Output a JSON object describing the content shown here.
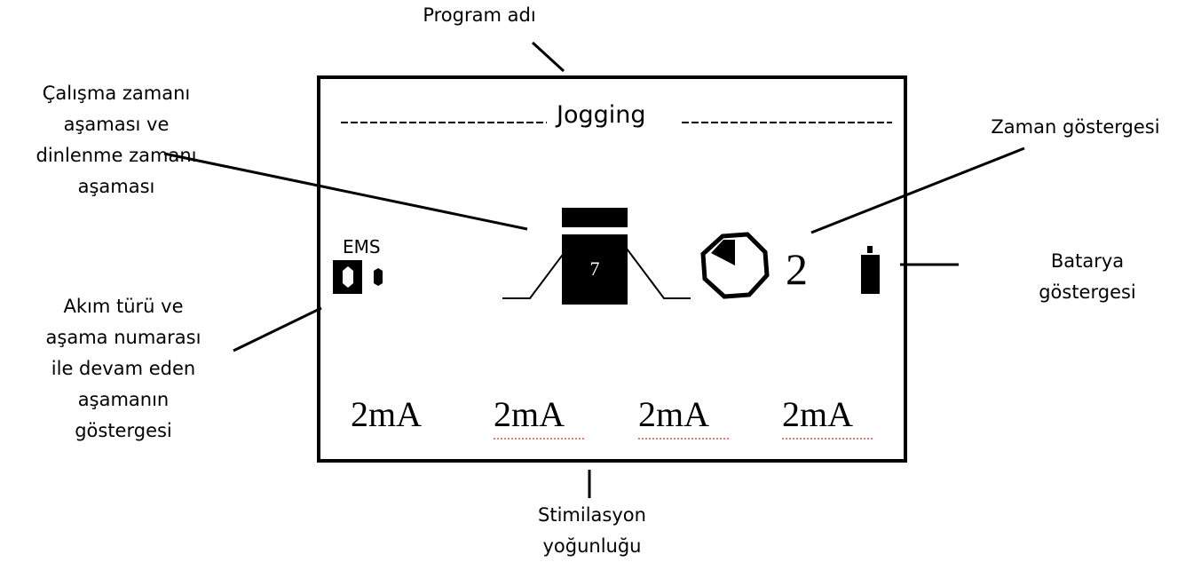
{
  "callouts": {
    "program_name": "Program adı",
    "phase": "Çalışma zamanı\naşaması ve\ndinlenme zamanı\naşaması",
    "time_indicator": "Zaman göstergesi",
    "battery_indicator": "Batarya\ngöstergesi",
    "current_indicator": "Akım türü ve\naşama numarası\nile devam eden\naşamanın\ngöstergesi",
    "stimulation_intensity": "Stimilasyon\nyoğunluğu"
  },
  "lcd": {
    "program_title": "Jogging",
    "current_type": "EMS",
    "phase_number": "7",
    "time_value": "2",
    "intensities": [
      "2mA",
      "2mA",
      "2mA",
      "2mA"
    ]
  },
  "colors": {
    "ink": "#000000",
    "background": "#ffffff",
    "spellcheck_underline": "#e05050"
  },
  "icons": {
    "timer": "octagon-clock-icon",
    "battery": "battery-icon",
    "electrode": "electrode-icon",
    "waveform": "trapezoid-waveform-icon"
  }
}
